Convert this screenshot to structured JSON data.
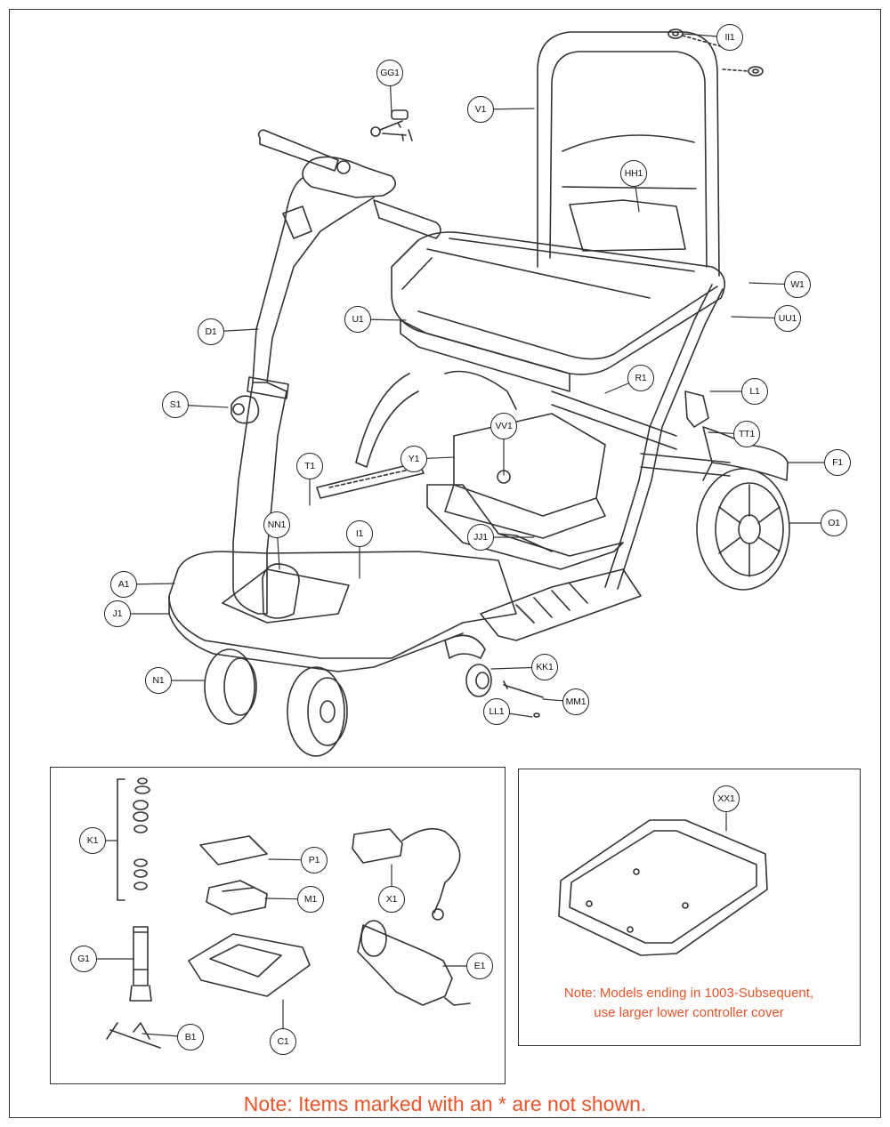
{
  "diagram": {
    "callouts": [
      {
        "id": "gg1",
        "label": "GG1"
      },
      {
        "id": "ii1",
        "label": "II1"
      },
      {
        "id": "v1",
        "label": "V1"
      },
      {
        "id": "hh1",
        "label": "HH1"
      },
      {
        "id": "w1",
        "label": "W1"
      },
      {
        "id": "uu1",
        "label": "UU1"
      },
      {
        "id": "u1",
        "label": "U1"
      },
      {
        "id": "d1",
        "label": "D1"
      },
      {
        "id": "r1",
        "label": "R1"
      },
      {
        "id": "l1",
        "label": "L1"
      },
      {
        "id": "s1",
        "label": "S1"
      },
      {
        "id": "vv1",
        "label": "VV1"
      },
      {
        "id": "tt1",
        "label": "TT1"
      },
      {
        "id": "y1",
        "label": "Y1"
      },
      {
        "id": "f1",
        "label": "F1"
      },
      {
        "id": "t1",
        "label": "T1"
      },
      {
        "id": "nn1",
        "label": "NN1"
      },
      {
        "id": "i1",
        "label": "I1"
      },
      {
        "id": "jj1",
        "label": "JJ1"
      },
      {
        "id": "o1",
        "label": "O1"
      },
      {
        "id": "a1",
        "label": "A1"
      },
      {
        "id": "j1",
        "label": "J1"
      },
      {
        "id": "kk1",
        "label": "KK1"
      },
      {
        "id": "n1",
        "label": "N1"
      },
      {
        "id": "mm1",
        "label": "MM1"
      },
      {
        "id": "ll1",
        "label": "LL1"
      },
      {
        "id": "k1",
        "label": "K1"
      },
      {
        "id": "p1",
        "label": "P1"
      },
      {
        "id": "m1",
        "label": "M1"
      },
      {
        "id": "x1",
        "label": "X1"
      },
      {
        "id": "g1",
        "label": "G1"
      },
      {
        "id": "e1",
        "label": "E1"
      },
      {
        "id": "b1",
        "label": "B1"
      },
      {
        "id": "c1",
        "label": "C1"
      },
      {
        "id": "xx1",
        "label": "XX1"
      }
    ],
    "inset_note": {
      "line1": "Note: Models ending in 1003-Subsequent,",
      "line2": "use larger lower controller cover"
    },
    "footer_note": "Note: Items marked with an * are not shown.",
    "colors": {
      "note": "#e8542a",
      "line": "#333333"
    }
  }
}
